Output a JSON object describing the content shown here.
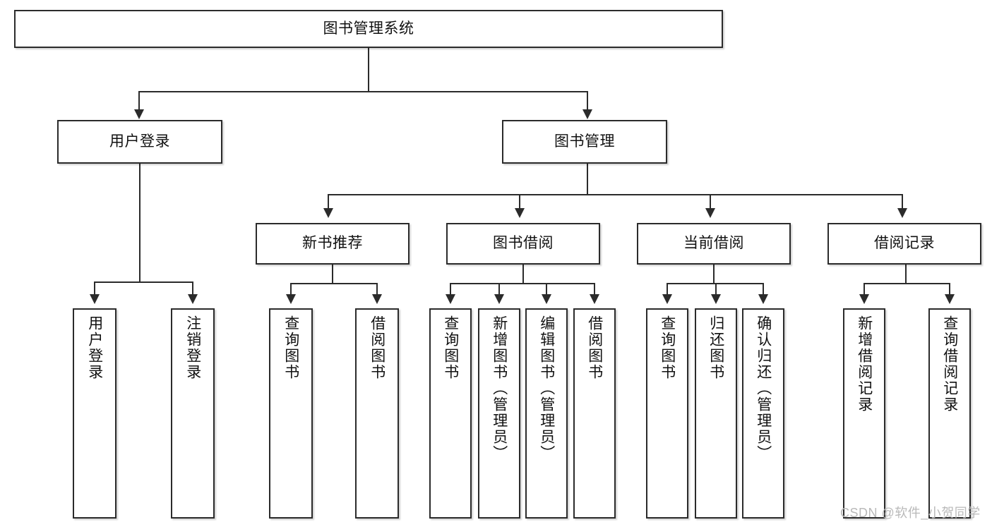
{
  "diagram": {
    "type": "tree",
    "title": "图书管理系统",
    "root": {
      "id": "root",
      "label": "图书管理系统"
    },
    "level2": [
      {
        "id": "user-login",
        "label": "用户登录"
      },
      {
        "id": "book-management",
        "label": "图书管理"
      }
    ],
    "level3": [
      {
        "id": "new-book-recommend",
        "label": "新书推荐",
        "parent": "book-management"
      },
      {
        "id": "book-borrow",
        "label": "图书借阅",
        "parent": "book-management"
      },
      {
        "id": "current-borrow",
        "label": "当前借阅",
        "parent": "book-management"
      },
      {
        "id": "borrow-record",
        "label": "借阅记录",
        "parent": "book-management"
      }
    ],
    "leaves": [
      {
        "id": "leaf-user-login",
        "label": "用户登录",
        "parent": "user-login"
      },
      {
        "id": "leaf-logout",
        "label": "注销登录",
        "parent": "user-login"
      },
      {
        "id": "leaf-query-book-1",
        "label": "查询图书",
        "parent": "new-book-recommend"
      },
      {
        "id": "leaf-borrow-book-1",
        "label": "借阅图书",
        "parent": "new-book-recommend"
      },
      {
        "id": "leaf-query-book-2",
        "label": "查询图书",
        "parent": "book-borrow"
      },
      {
        "id": "leaf-add-book",
        "label": "新增图书（管理员）",
        "parent": "book-borrow"
      },
      {
        "id": "leaf-edit-book",
        "label": "编辑图书（管理员）",
        "parent": "book-borrow"
      },
      {
        "id": "leaf-borrow-book-2",
        "label": "借阅图书",
        "parent": "book-borrow"
      },
      {
        "id": "leaf-query-book-3",
        "label": "查询图书",
        "parent": "current-borrow"
      },
      {
        "id": "leaf-return-book",
        "label": "归还图书",
        "parent": "current-borrow"
      },
      {
        "id": "leaf-confirm-return",
        "label": "确认归还（管理员）",
        "parent": "current-borrow"
      },
      {
        "id": "leaf-add-record",
        "label": "新增借阅记录",
        "parent": "borrow-record"
      },
      {
        "id": "leaf-query-record",
        "label": "查询借阅记录",
        "parent": "borrow-record"
      }
    ],
    "colors": {
      "stroke": "#2b2b2b",
      "fill": "#ffffff",
      "text": "#111111",
      "watermark": "#b9b9b9"
    }
  },
  "watermark": {
    "text": "CSDN @软件_小贺同学"
  }
}
